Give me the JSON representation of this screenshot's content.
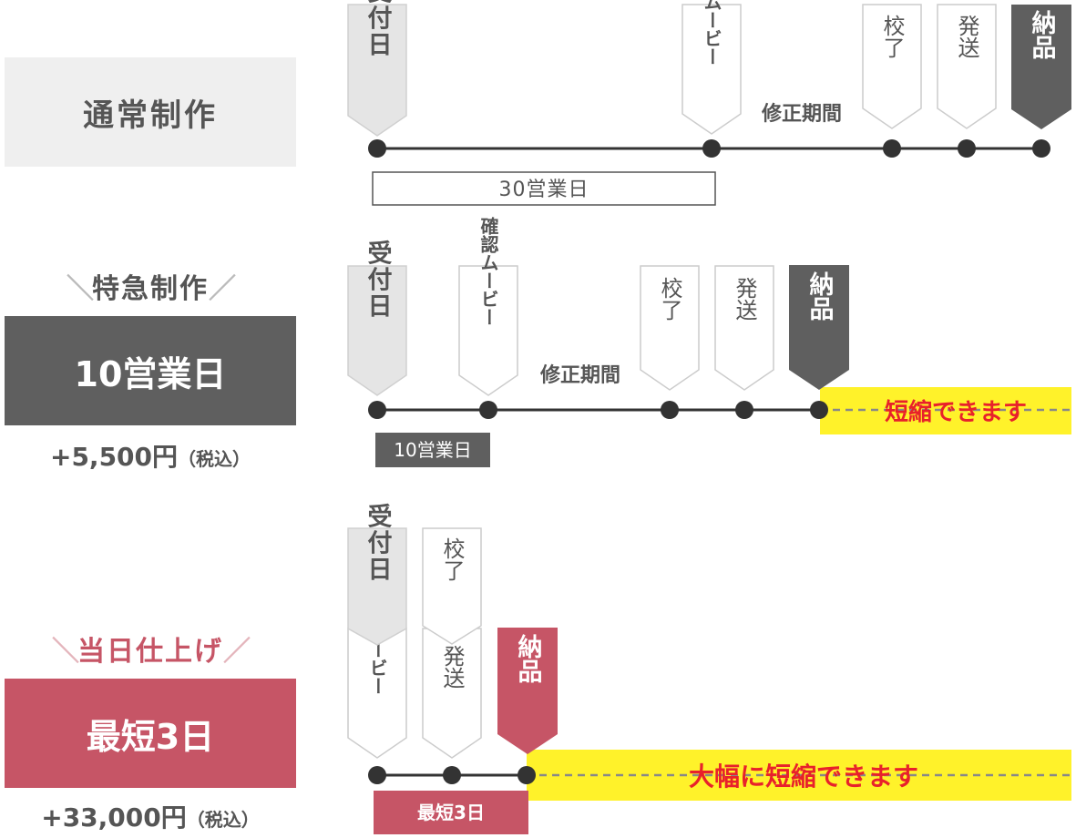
{
  "plans": {
    "normal": {
      "title": "通常制作",
      "duration": "30営業日"
    },
    "express": {
      "heading": "特急制作",
      "duration_box": "10営業日",
      "price": "+5,500円",
      "tax": "（税込）",
      "duration": "10営業日",
      "shorten": "短縮できます"
    },
    "sameday": {
      "heading": "当日仕上げ",
      "duration_box": "最短3日",
      "price": "+33,000円",
      "tax": "（税込）",
      "duration": "最短3日",
      "shorten": "大幅に短縮できます"
    }
  },
  "steps": {
    "receipt": "受付日",
    "confirm_movie": "確認ムービー",
    "revision": "修正期間",
    "proof": "校了",
    "ship": "発送",
    "delivery": "納品"
  },
  "colors": {
    "gray_dark": "#5f5f5f",
    "gray_light": "#e5e5e5",
    "pink": "#c65566",
    "yellow": "#fff22a",
    "red_text": "#e8212b",
    "line": "#333333"
  }
}
